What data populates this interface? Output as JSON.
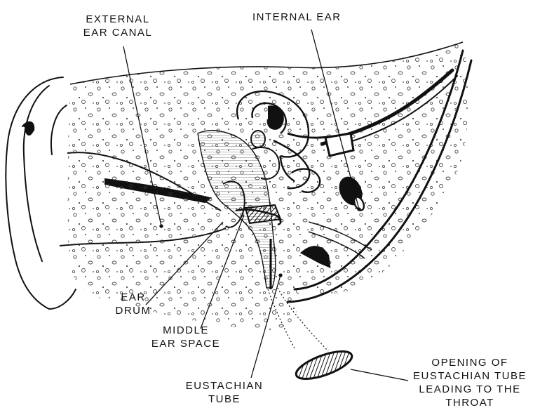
{
  "labels": {
    "external_ear_canal": [
      "EXTERNAL",
      "EAR CANAL"
    ],
    "internal_ear": "INTERNAL EAR",
    "ear_drum": [
      "EAR",
      "DRUM"
    ],
    "middle_ear_space": [
      "MIDDLE",
      "EAR SPACE"
    ],
    "eustachian_tube": [
      "EUSTACHIAN",
      "TUBE"
    ],
    "opening_of_eustachian_tube": [
      "OPENING OF",
      "EUSTACHIAN TUBE",
      "LEADING TO THE",
      "THROAT"
    ]
  },
  "colors": {
    "ink": "#111111",
    "paper": "#ffffff"
  }
}
